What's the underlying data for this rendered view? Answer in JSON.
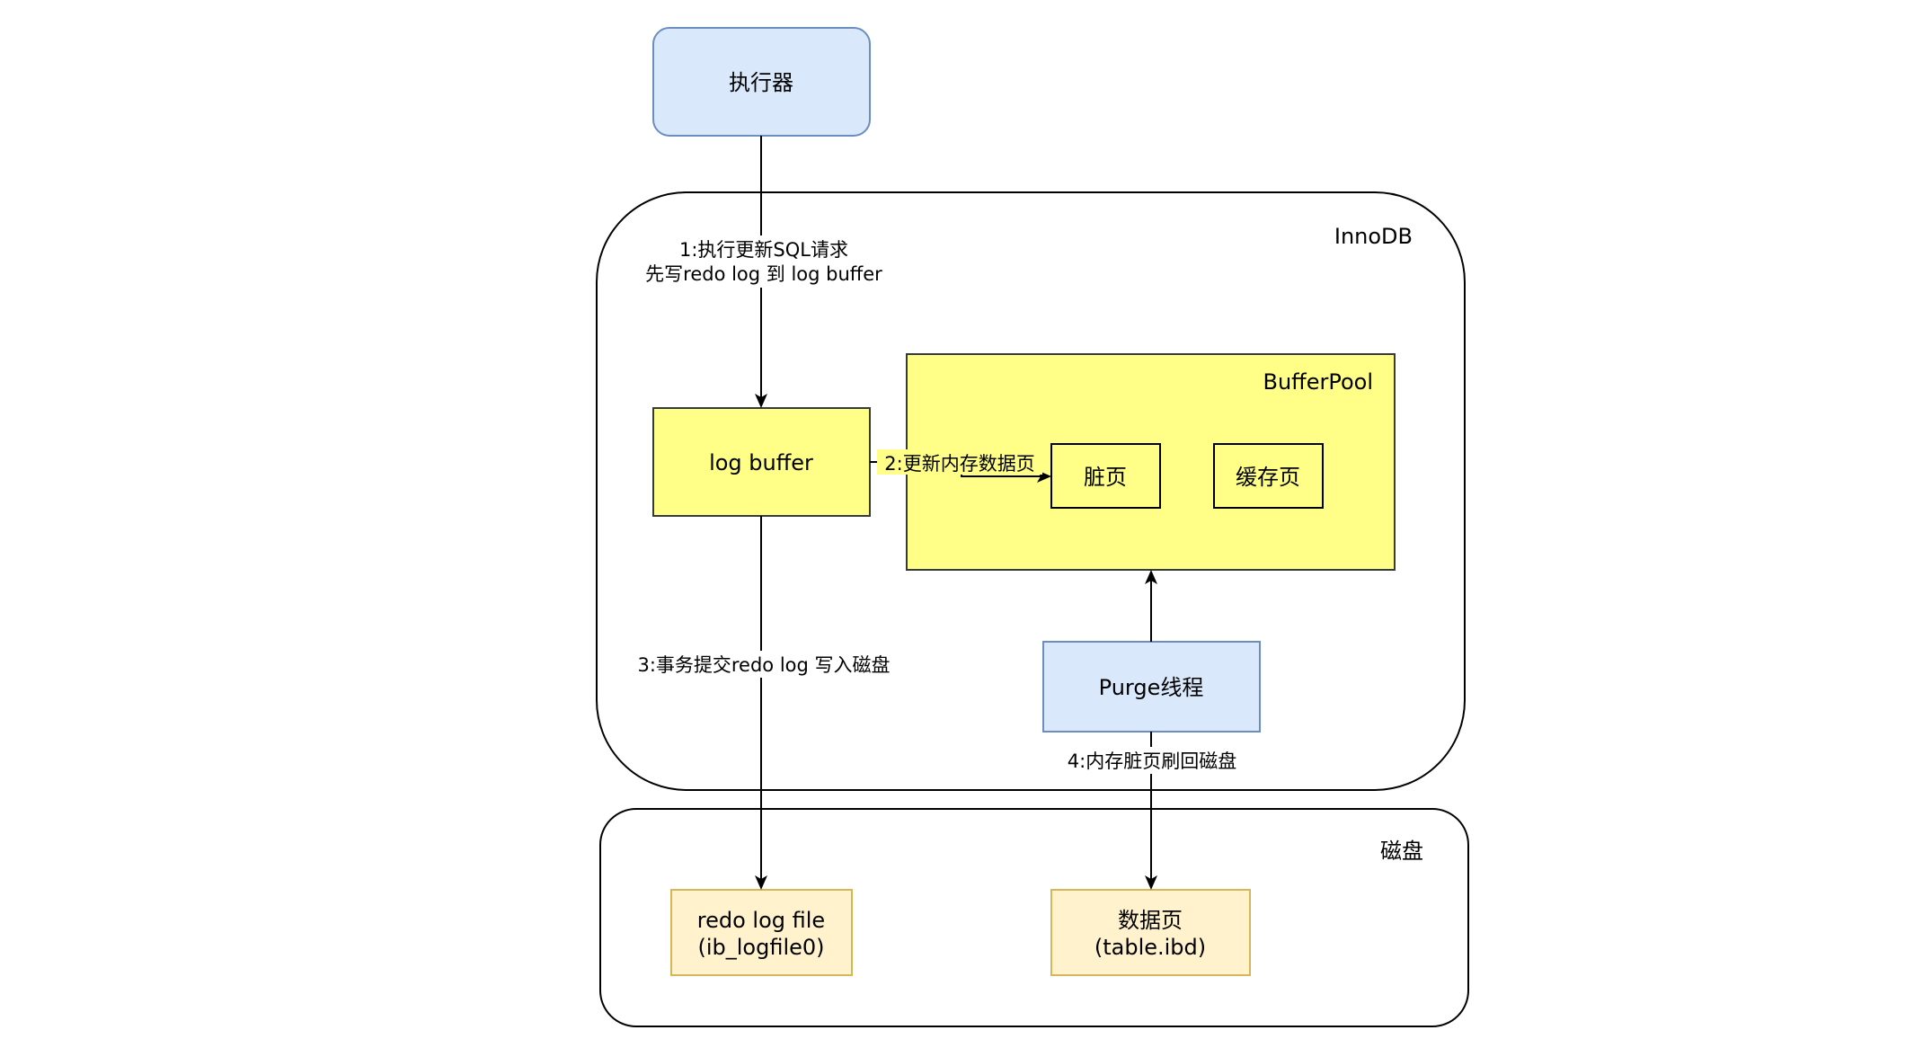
{
  "nodes": {
    "executor": {
      "label": "执行器",
      "fill": "#dae8fc",
      "stroke": "#6c8ebf"
    },
    "log_buffer": {
      "label": "log buffer",
      "fill": "#ffff88",
      "stroke": "#36393d"
    },
    "buffer_pool": {
      "label": "BufferPool",
      "fill": "#ffff88",
      "stroke": "#36393d"
    },
    "dirty_page": {
      "label": "脏页"
    },
    "cache_page": {
      "label": "缓存页"
    },
    "purge_thread": {
      "label": "Purge线程",
      "fill": "#dae8fc",
      "stroke": "#6c8ebf"
    },
    "redo_log_file": {
      "line1": "redo log file",
      "line2": "(ib_logfile0)",
      "fill": "#fff2cc",
      "stroke": "#d6b656"
    },
    "data_page": {
      "line1": "数据页",
      "line2": "(table.ibd)",
      "fill": "#fff2cc",
      "stroke": "#d6b656"
    }
  },
  "containers": {
    "innodb": {
      "label": "InnoDB"
    },
    "disk": {
      "label": "磁盘"
    }
  },
  "edges": {
    "step1": {
      "line1": "1:执行更新SQL请求",
      "line2": "先写redo log 到 log buffer"
    },
    "step2": {
      "label": "2:更新内存数据页"
    },
    "step3": {
      "label": "3:事务提交redo log 写入磁盘"
    },
    "step4": {
      "label": "4:内存脏页刷回磁盘"
    }
  }
}
